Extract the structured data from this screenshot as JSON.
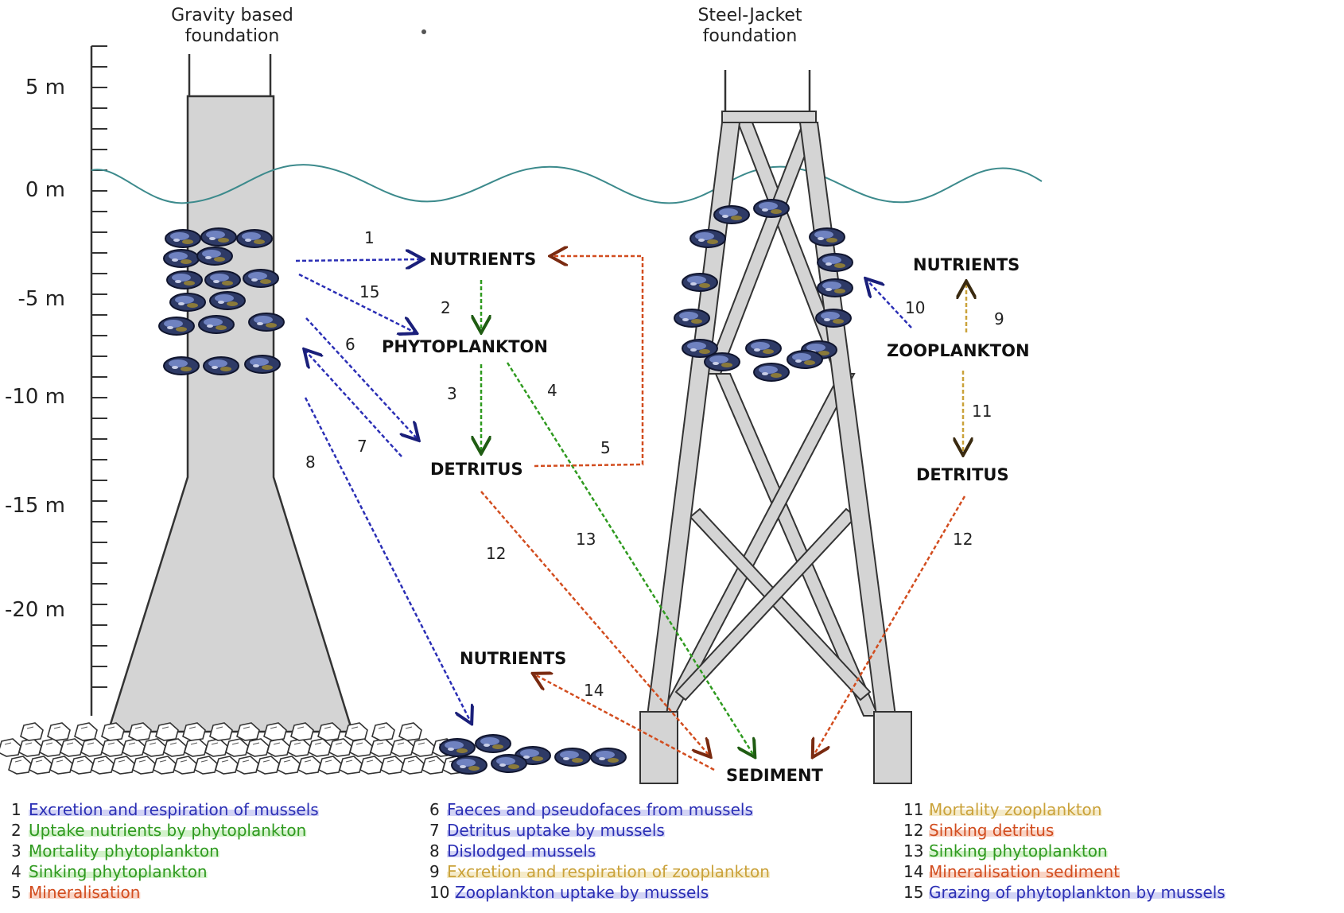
{
  "titles": {
    "gravity": [
      "Gravity based",
      "foundation"
    ],
    "jacket": [
      "Steel-Jacket",
      "foundation"
    ]
  },
  "depth_axis": {
    "labels": [
      "5 m",
      "0 m",
      "-5 m",
      "-10 m",
      "-15 m",
      "-20 m"
    ]
  },
  "nodes": {
    "nutrients_left": "NUTRIENTS",
    "phytoplankton": "PHYTOPLANKTON",
    "detritus_left": "DETRITUS",
    "nutrients_right": "NUTRIENTS",
    "zooplankton": "ZOOPLANKTON",
    "detritus_right": "DETRITUS",
    "nutrients_bottom": "NUTRIENTS",
    "sediment": "SEDIMENT"
  },
  "arrow_numbers": {
    "a1": "1",
    "a2": "2",
    "a3": "3",
    "a4": "4",
    "a5": "5",
    "a6": "6",
    "a7": "7",
    "a8": "8",
    "a9": "9",
    "a10": "10",
    "a11": "11",
    "a12_left": "12",
    "a12_right": "12",
    "a13": "13",
    "a14": "14",
    "a15": "15"
  },
  "colors": {
    "blue": "#2b2fb5",
    "green": "#2f9a1f",
    "orange": "#d24d1f",
    "yellow": "#caa23a",
    "dark": "#222222",
    "structure": "#d4d4d4",
    "water": "#3c8a8c"
  },
  "legend": [
    {
      "num": "1",
      "text": "Excretion and respiration of mussels",
      "color": "blue"
    },
    {
      "num": "2",
      "text": "Uptake nutrients by phytoplankton",
      "color": "green"
    },
    {
      "num": "3",
      "text": "Mortality phytoplankton",
      "color": "green"
    },
    {
      "num": "4",
      "text": "Sinking phytoplankton",
      "color": "green"
    },
    {
      "num": "5",
      "text": "Mineralisation",
      "color": "orange"
    },
    {
      "num": "6",
      "text": "Faeces and pseudofaces from mussels",
      "color": "blue"
    },
    {
      "num": "7",
      "text": "Detritus uptake by mussels",
      "color": "blue"
    },
    {
      "num": "8",
      "text": "Dislodged mussels",
      "color": "blue"
    },
    {
      "num": "9",
      "text": "Excretion and respiration of zooplankton",
      "color": "yellow"
    },
    {
      "num": "10",
      "text": "Zooplankton uptake by mussels",
      "color": "blue"
    },
    {
      "num": "11",
      "text": "Mortality zooplankton",
      "color": "yellow"
    },
    {
      "num": "12",
      "text": "Sinking detritus",
      "color": "orange"
    },
    {
      "num": "13",
      "text": "Sinking phytoplankton",
      "color": "green"
    },
    {
      "num": "14",
      "text": "Mineralisation sediment",
      "color": "orange"
    },
    {
      "num": "15",
      "text": "Grazing of phytoplankton by mussels",
      "color": "blue"
    }
  ]
}
